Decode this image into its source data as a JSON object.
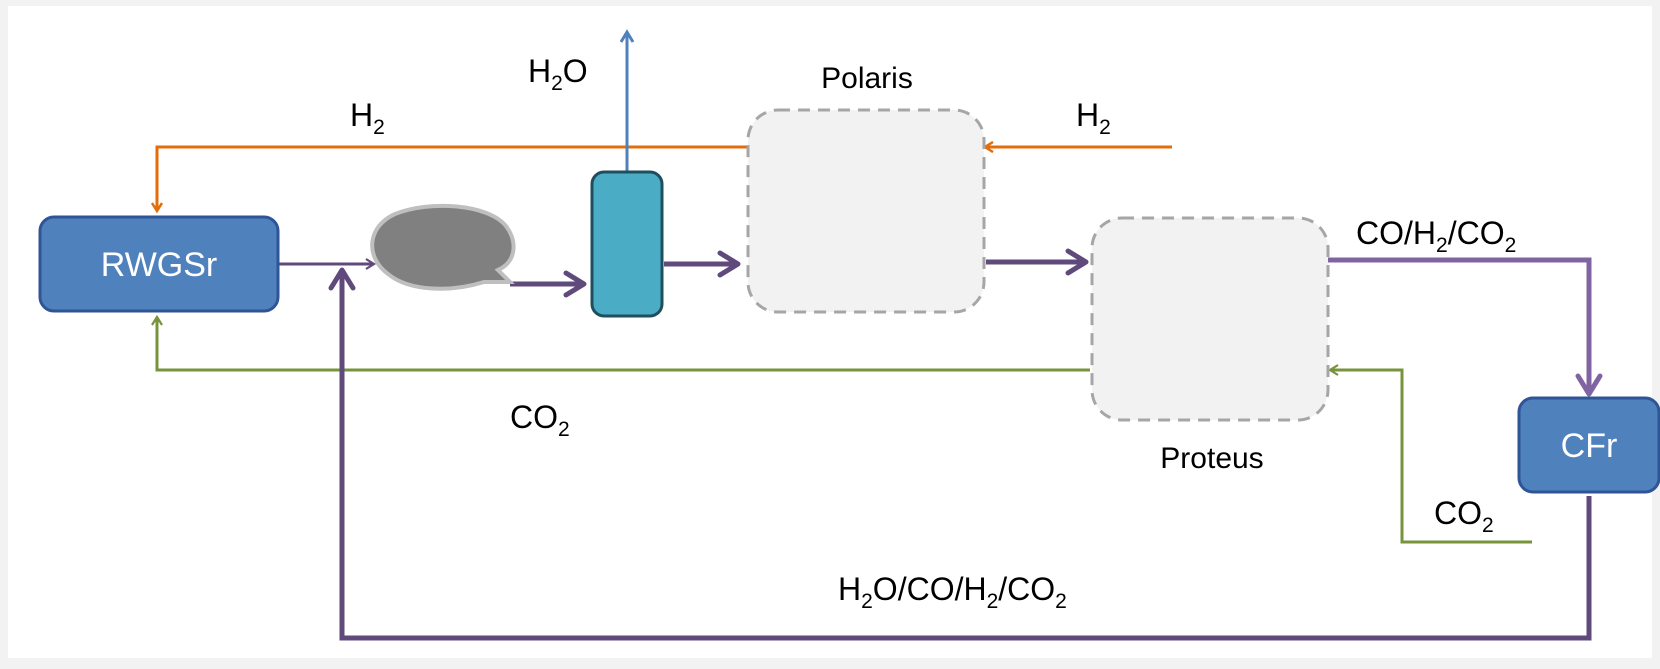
{
  "colors": {
    "frame": "#f2f2f2",
    "canvas": "#ffffff",
    "reactor_fill": "#4f81bd",
    "reactor_stroke": "#2f5597",
    "column_fill": "#4bacc6",
    "column_stroke": "#1f4e5f",
    "vessel_fill": "#808080",
    "vessel_stroke": "#bfbfbf",
    "module_fill": "#f2f2f2",
    "module_stroke": "#a6a6a6",
    "hydrogen": "#e46c0a",
    "carbon_dioxide": "#77933c",
    "process": "#604a7b",
    "syngas": "#8064a2",
    "water": "#4f81bd",
    "label": "#000000",
    "reactor_label": "#ffffff"
  },
  "nodes": {
    "rwgsr": {
      "label": "RWGSr"
    },
    "cfr": {
      "label": "CFr"
    },
    "polaris": {
      "label": "Polaris"
    },
    "proteus": {
      "label": "Proteus"
    }
  },
  "streams": {
    "water_out": {
      "main": "H",
      "sub": "2",
      "tail": "O"
    },
    "h2_recycle": {
      "main": "H",
      "sub": "2"
    },
    "h2_feed": {
      "main": "H",
      "sub": "2"
    },
    "co2_recycle": {
      "main": "CO",
      "sub": "2"
    },
    "co2_feed": {
      "main": "CO",
      "sub": "2"
    },
    "syngas": {
      "p1": "CO/H",
      "s1": "2",
      "p2": "/CO",
      "s2": "2"
    },
    "recycle": {
      "p1": "H",
      "s1": "2",
      "p2": "O/CO/H",
      "s2": "2",
      "p3": "/CO",
      "s3": "2"
    }
  }
}
